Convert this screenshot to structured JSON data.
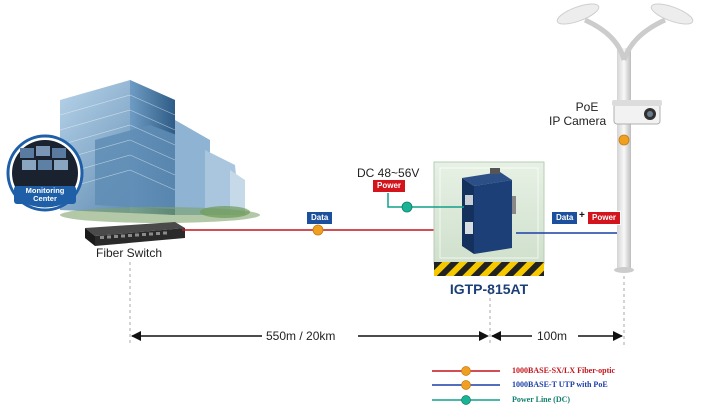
{
  "labels": {
    "monitoring_center": "Monitoring\nCenter",
    "fiber_switch": "Fiber Switch",
    "dc_input": "DC 48~56V",
    "power_tag": "Power",
    "data_tag": "Data",
    "plus": "+",
    "poe_camera_line1": "PoE",
    "poe_camera_line2": "IP Camera",
    "device_model": "IGTP-815AT"
  },
  "distances": {
    "fiber_distance": "550m / 20km",
    "copper_distance": "100m"
  },
  "legend": [
    {
      "label": "1000BASE-SX/LX Fiber-optic",
      "color": "#c4141c",
      "dot": "#f0a020"
    },
    {
      "label": "1000BASE-T UTP with PoE",
      "color": "#1c3ea8",
      "dot": "#f0a020"
    },
    {
      "label": "Power Line (DC)",
      "color": "#0e9a84",
      "dot": "#1ab394"
    }
  ],
  "colors": {
    "fiber": "#c4141c",
    "utp": "#1c3ea8",
    "power": "#12a08a",
    "device_blue": "#1c3f78"
  }
}
